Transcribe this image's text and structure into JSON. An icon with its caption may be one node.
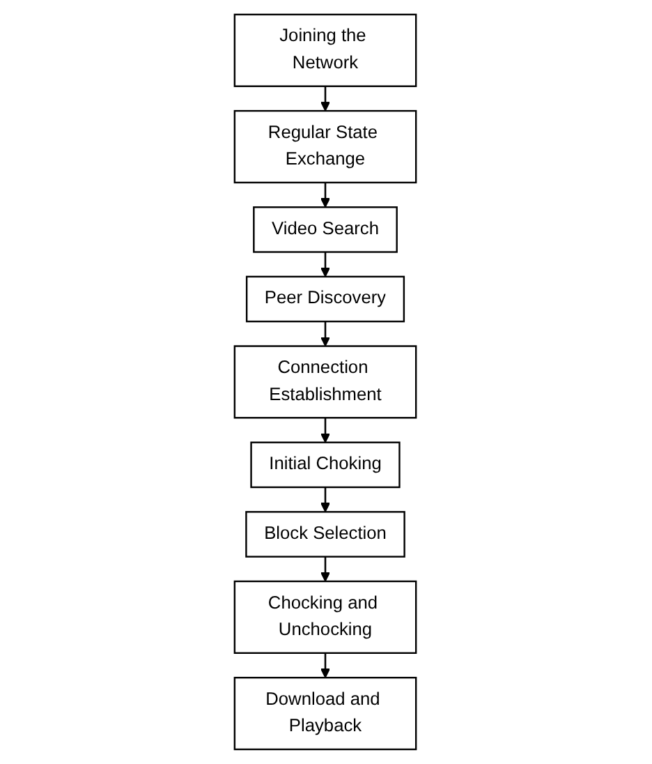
{
  "diagram": {
    "nodes": [
      {
        "text": [
          "Joining the Network"
        ]
      },
      {
        "text": [
          "Regular State Exchange"
        ]
      },
      {
        "text": [
          "Video Search"
        ]
      },
      {
        "text": [
          "Peer Discovery"
        ]
      },
      {
        "text": [
          "Connection Establishment"
        ]
      },
      {
        "text": [
          "Initial Choking"
        ]
      },
      {
        "text": [
          "Block Selection"
        ]
      },
      {
        "text": [
          "Chocking and Unchocking"
        ]
      },
      {
        "text": [
          "Download and Playback"
        ]
      }
    ],
    "edges": [
      {
        "from": 0,
        "to": 1,
        "arrow": "to"
      },
      {
        "from": 1,
        "to": 2,
        "arrow": "to"
      },
      {
        "from": 2,
        "to": 3,
        "arrow": "to"
      },
      {
        "from": 3,
        "to": 4,
        "arrow": "to"
      },
      {
        "from": 4,
        "to": 5,
        "arrow": "to"
      },
      {
        "from": 5,
        "to": 6,
        "arrow": "to"
      },
      {
        "from": 6,
        "to": 7,
        "arrow": "to"
      },
      {
        "from": 7,
        "to": 8,
        "arrow": "to"
      }
    ]
  }
}
